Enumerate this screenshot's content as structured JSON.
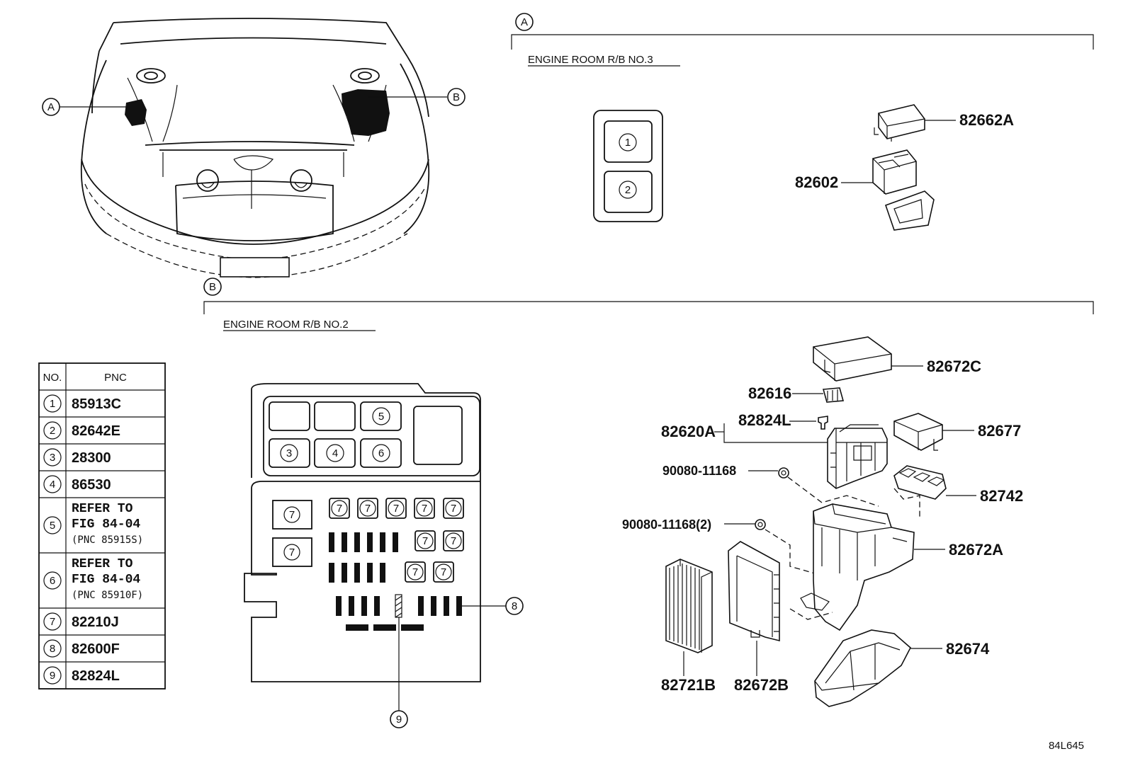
{
  "callouts": {
    "a": "A",
    "b": "B"
  },
  "sections": {
    "a": {
      "letter": "A",
      "title": "ENGINE ROOM R/B NO.3"
    },
    "b": {
      "letter": "B",
      "title": "ENGINE ROOM R/B NO.2"
    }
  },
  "table": {
    "headers": {
      "no": "NO.",
      "pnc": "PNC"
    },
    "rows": [
      {
        "no": "1",
        "lines": [
          "85913C"
        ]
      },
      {
        "no": "2",
        "lines": [
          "82642E"
        ]
      },
      {
        "no": "3",
        "lines": [
          "28300"
        ]
      },
      {
        "no": "4",
        "lines": [
          "86530"
        ]
      },
      {
        "no": "5",
        "lines": [
          "REFER TO",
          "FIG 84-04",
          "(PNC 85915S)"
        ]
      },
      {
        "no": "6",
        "lines": [
          "REFER TO",
          "FIG 84-04",
          "(PNC 85910F)"
        ]
      },
      {
        "no": "7",
        "lines": [
          "82210J"
        ]
      },
      {
        "no": "8",
        "lines": [
          "82600F"
        ]
      },
      {
        "no": "9",
        "lines": [
          "82824L"
        ]
      }
    ]
  },
  "relay_block_no3": {
    "slots": [
      "1",
      "2"
    ]
  },
  "relay_block_no2": {
    "top_slots": [
      "5",
      "3",
      "4",
      "6"
    ],
    "slot7": "7",
    "callout_8": "8",
    "callout_9": "9"
  },
  "parts": {
    "p82662A": "82662A",
    "p82602": "82602",
    "p82672C": "82672C",
    "p82616": "82616",
    "p82824L": "82824L",
    "p82620A": "82620A",
    "p82677": "82677",
    "p90080a": "90080-11168",
    "p82742": "82742",
    "p90080b": "90080-11168(2)",
    "p82672A": "82672A",
    "p82674": "82674",
    "p82721B": "82721B",
    "p82672B": "82672B"
  },
  "figure_id": "84L645"
}
